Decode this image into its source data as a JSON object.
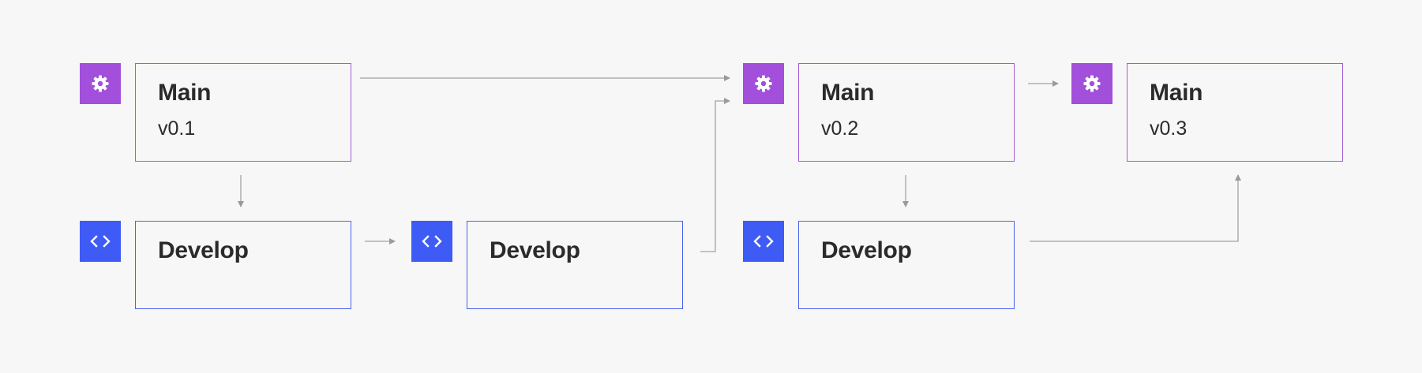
{
  "colors": {
    "main_accent": "#a24fdc",
    "develop_accent": "#3e5bf6",
    "arrow": "#9a9a9a",
    "background": "#f7f7f7"
  },
  "nodes": {
    "main_1": {
      "icon": "gear-icon",
      "name": "Main",
      "version": "v0.1"
    },
    "main_2": {
      "icon": "gear-icon",
      "name": "Main",
      "version": "v0.2"
    },
    "main_3": {
      "icon": "gear-icon",
      "name": "Main",
      "version": "v0.3"
    },
    "dev_1": {
      "icon": "code-brackets-icon",
      "name": "Develop"
    },
    "dev_2": {
      "icon": "code-brackets-icon",
      "name": "Develop"
    },
    "dev_3": {
      "icon": "code-brackets-icon",
      "name": "Develop"
    }
  }
}
